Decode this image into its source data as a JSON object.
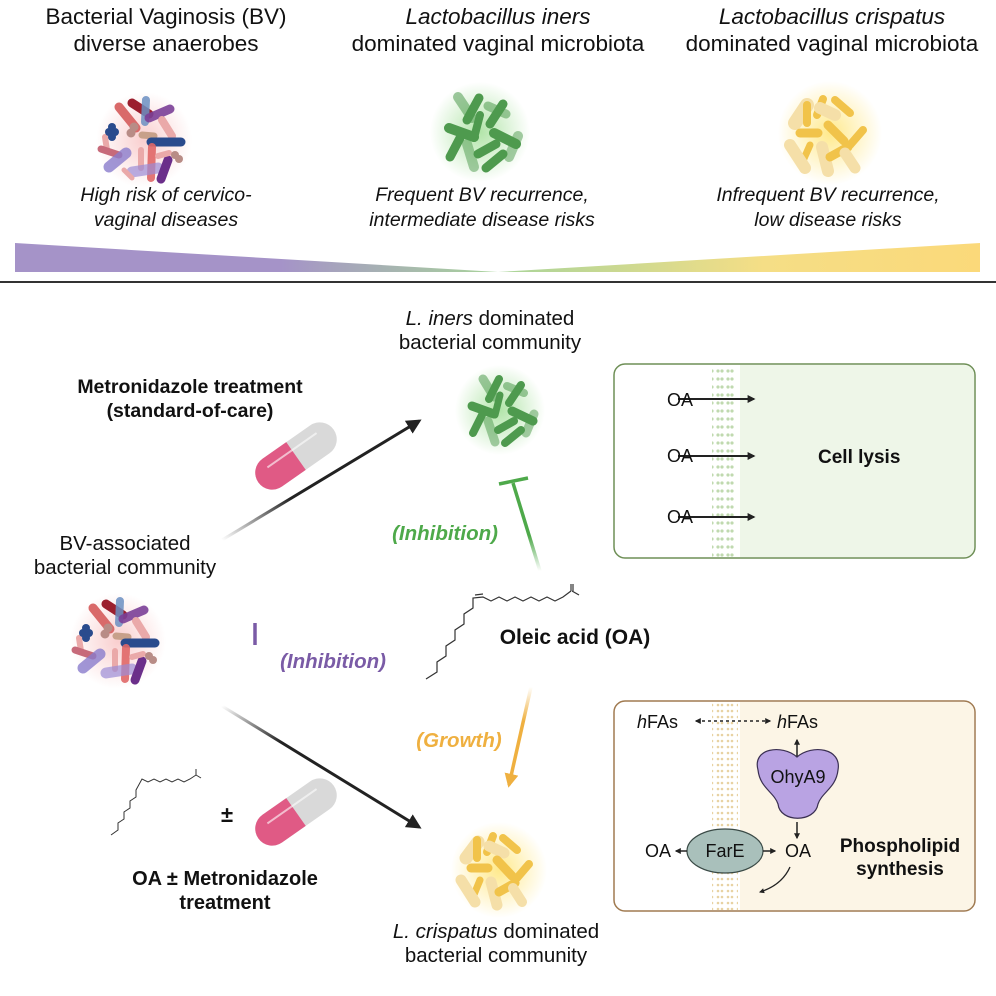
{
  "top_panel": {
    "columns": [
      {
        "title_line1": "Bacterial Vaginosis (BV)",
        "title_line2": "diverse anaerobes",
        "title_line1_italic": false,
        "risk_line1": "High risk of cervico-",
        "risk_line2": "vaginal diseases",
        "cluster": "bv-anaerobes"
      },
      {
        "title_line1": "Lactobacillus iners",
        "title_line2": "dominated vaginal microbiota",
        "title_line1_italic": true,
        "risk_line1": "Frequent BV recurrence,",
        "risk_line2": "intermediate disease risks",
        "cluster": "l-iners"
      },
      {
        "title_line1": "Lactobacillus crispatus",
        "title_line2": "dominated vaginal microbiota",
        "title_line1_italic": true,
        "risk_line1": "Infrequent BV recurrence,",
        "risk_line2": "low disease risks",
        "cluster": "l-crispatus"
      }
    ],
    "risk_gradient": {
      "left_color": "#a593c8",
      "mid_color": "#a8d49a",
      "right_color": "#fbd97a"
    }
  },
  "bottom_panel": {
    "metronidazole": {
      "line1": "Metronidazole treatment",
      "line2": "(standard-of-care)"
    },
    "bv_community": {
      "line1": "BV-associated",
      "line2": "bacterial community"
    },
    "iners_community": {
      "species": "L. iners",
      "rest1": " dominated",
      "line2": "bacterial community"
    },
    "crispatus_community": {
      "species": "L. crispatus",
      "rest1": " dominated",
      "line2": "bacterial community"
    },
    "oleic_acid_label": "Oleic acid (OA)",
    "inhibition_green": "(Inhibition)",
    "inhibition_purple": "(Inhibition)",
    "growth": "(Growth)",
    "oa_treatment": {
      "plusminus": "±",
      "line1": "OA ± Metronidazole",
      "line2": "treatment"
    },
    "cell_lysis_box": {
      "oa_labels": [
        "OA",
        "OA",
        "OA"
      ],
      "result": "Cell lysis"
    },
    "phospholipid_box": {
      "hfas_left_prefix": "h",
      "hfas_left_rest": "FAs",
      "hfas_right_prefix": "h",
      "hfas_right_rest": "FAs",
      "enzyme_ohya": "OhyA9",
      "enzyme_fare": "FarE",
      "oa_left": "OA",
      "oa_right": "OA",
      "result_line1": "Phospholipid",
      "result_line2": "synthesis"
    },
    "colors": {
      "inhibition_green": "#4ea94a",
      "inhibition_purple": "#7a5ba6",
      "growth_orange": "#efb040",
      "lysis_box_border": "#6e8f56",
      "lysis_box_fill": "#eef6e8",
      "phospho_box_border": "#a07a50",
      "phospho_box_fill": "#fcf5e6",
      "ohya_fill": "#b9a3e3",
      "fare_fill": "#a9c0bb",
      "pill_pink": "#e05a85",
      "pill_gray": "#d9d9d9"
    }
  }
}
